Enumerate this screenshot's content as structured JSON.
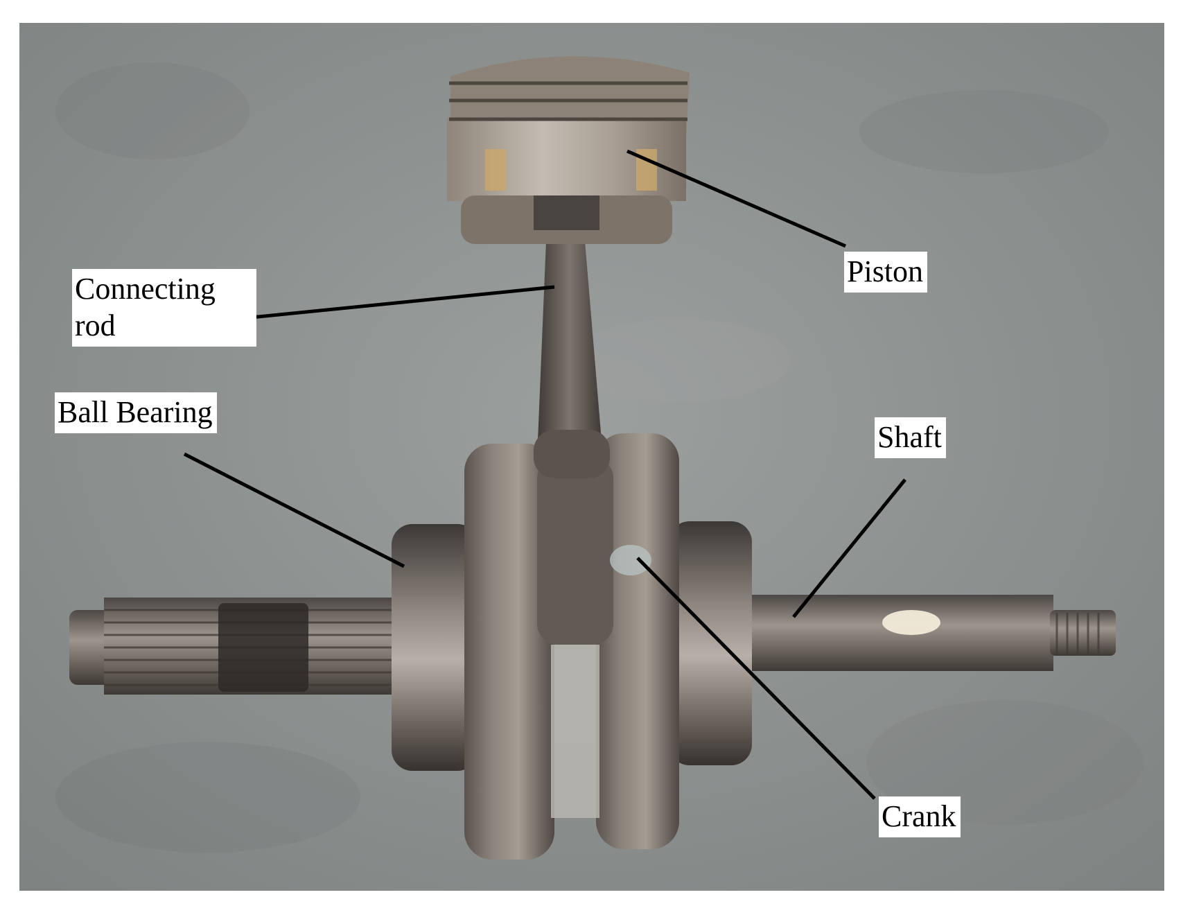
{
  "figure": {
    "labels": {
      "piston": "Piston",
      "connecting_rod_line1": "Connecting",
      "connecting_rod_line2": "rod",
      "ball_bearing": "Ball Bearing",
      "shaft": "Shaft",
      "crank": "Crank"
    },
    "colors": {
      "background": "#8e9291",
      "metal_dark": "#4a4644",
      "metal_mid": "#7d7670",
      "metal_light": "#b3aca4",
      "leader_line": "#000000",
      "label_bg": "#ffffff"
    }
  }
}
